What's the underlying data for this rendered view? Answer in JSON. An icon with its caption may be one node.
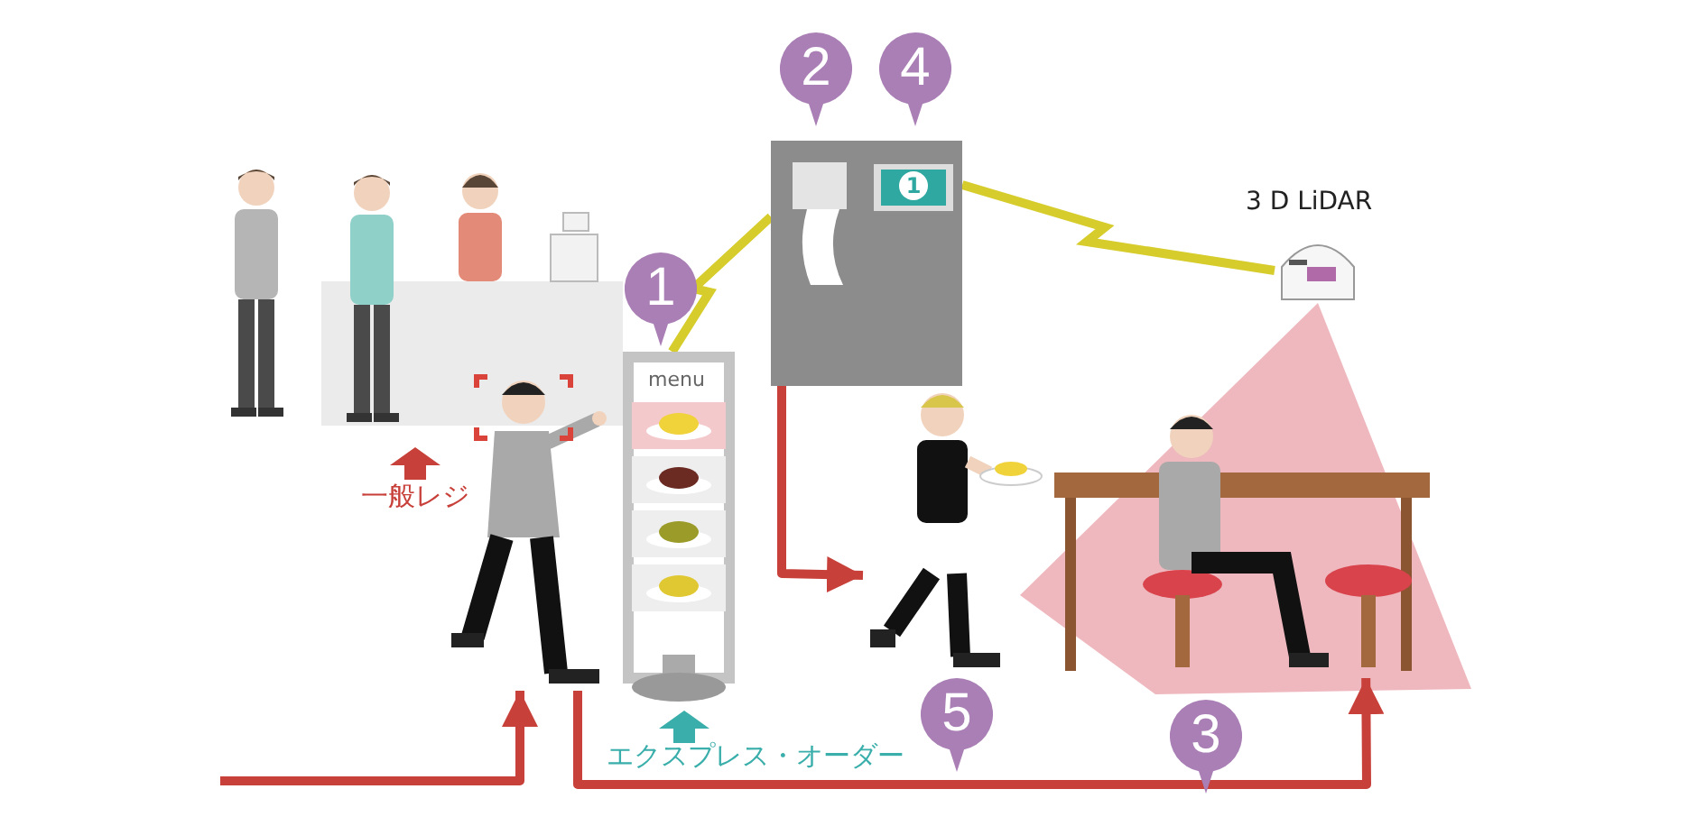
{
  "diagram": {
    "nodes": [
      {
        "text": [],
        "shape": "person"
      },
      {
        "text": [
          "menu"
        ]
      },
      {
        "text": [],
        "shape": "picture"
      },
      {
        "text": [],
        "shape": "person"
      },
      {
        "text": [],
        "shape": "picture"
      },
      {
        "text": [],
        "shape": "picture",
        "beside": [
          "3 D LiDAR"
        ]
      }
    ],
    "edges": [
      {
        "from": null,
        "to": 0,
        "arrow": "to"
      },
      {
        "from": 0,
        "to": 4,
        "arrow": "to"
      },
      {
        "from": 2,
        "to": 3,
        "arrow": "to"
      },
      {
        "from": 1,
        "to": 2,
        "arrow": "none",
        "color": "#d6cc2c"
      },
      {
        "from": 2,
        "to": 5,
        "arrow": "none",
        "color": "#d6cc2c"
      }
    ],
    "labels": [
      "2",
      "4",
      "1",
      "1",
      "一般レジ",
      "5",
      "3",
      "エクスプレス・オーダー"
    ]
  }
}
